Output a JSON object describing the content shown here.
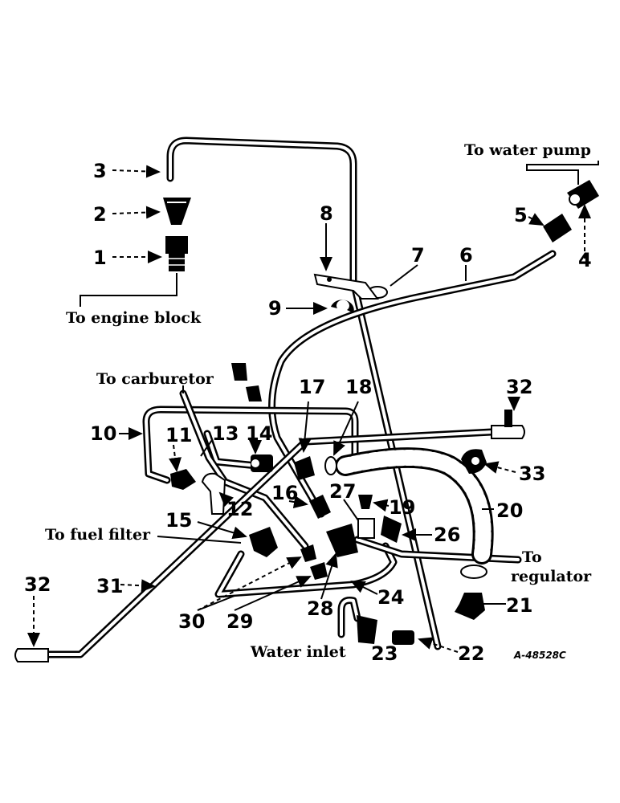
{
  "labels": {
    "to_water_pump": "To water pump",
    "to_engine_block": "To engine block",
    "to_carburetor": "To carburetor",
    "to_fuel_filter": "To fuel filter",
    "to": "To",
    "regulator": "regulator",
    "water_inlet": "Water inlet",
    "drawing_id": "A-48528C"
  },
  "callouts": [
    "1",
    "2",
    "3",
    "4",
    "5",
    "6",
    "7",
    "8",
    "9",
    "10",
    "11",
    "12",
    "13",
    "14",
    "15",
    "16",
    "17",
    "18",
    "19",
    "20",
    "21",
    "22",
    "23",
    "24",
    "26",
    "27",
    "28",
    "29",
    "30",
    "31",
    "32",
    "33"
  ]
}
